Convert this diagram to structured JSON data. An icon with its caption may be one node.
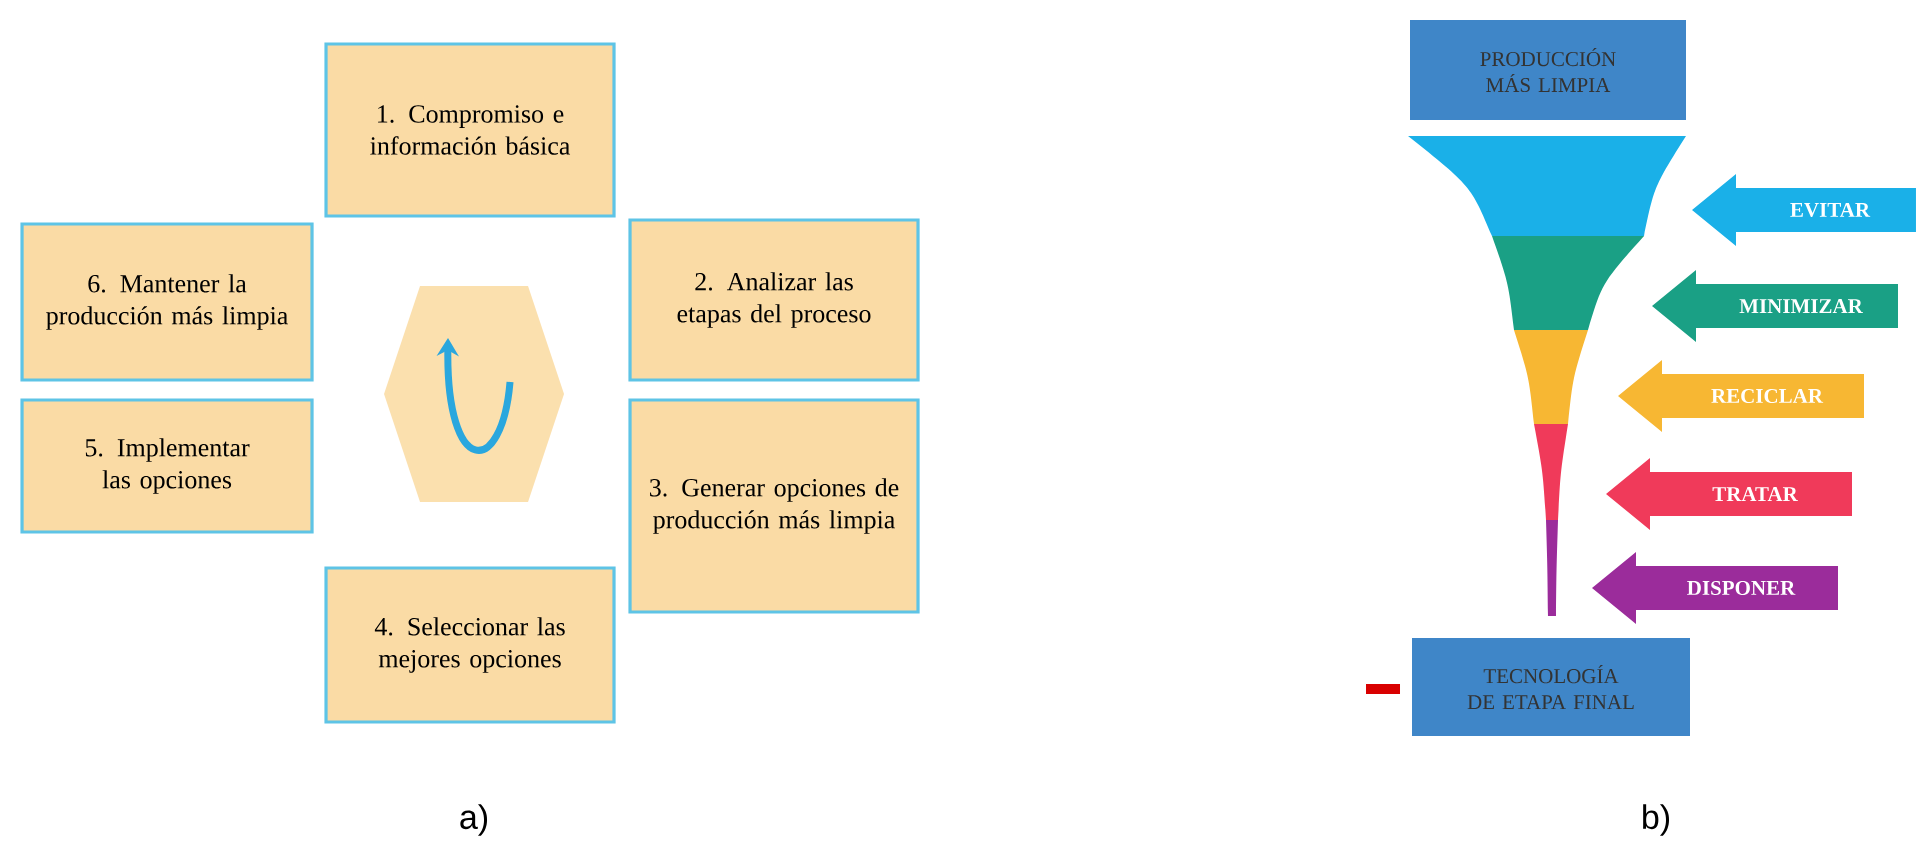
{
  "diagram": {
    "nodes": [
      {
        "text": [
          "1. Compromiso e información básica"
        ]
      },
      {
        "text": [
          "2. Analizar las etapas del proceso"
        ]
      },
      {
        "text": [
          "3. Generar opciones de producción más limpia"
        ]
      },
      {
        "text": [
          "4. Seleccionar las mejores opciones"
        ]
      },
      {
        "text": [
          "5. Implementar las opciones"
        ]
      },
      {
        "text": [
          "6. Mantener la producción más limpia"
        ]
      },
      {
        "text": [],
        "shape": "hexagon"
      },
      {
        "text": [
          "PRODUCCIÓN MÁS LIMPIA"
        ]
      },
      {
        "text": [
          "EVITAR"
        ]
      },
      {
        "text": [
          "MINIMIZAR"
        ]
      },
      {
        "text": [
          "RECICLAR"
        ]
      },
      {
        "text": [
          "TRATAR"
        ]
      },
      {
        "text": [
          "DISPONER"
        ]
      },
      {
        "text": [
          "TECNOLOGÍA DE ETAPA FINAL"
        ]
      }
    ],
    "labels": [
      "a)",
      "b)"
    ]
  }
}
